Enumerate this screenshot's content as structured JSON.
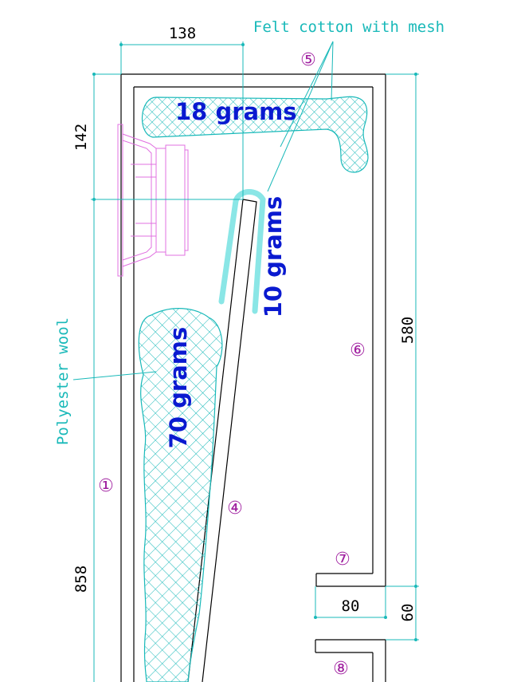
{
  "dimensions": {
    "width_top": "138",
    "height_top": "142",
    "height_right": "580",
    "height_left": "858",
    "port_width": "80",
    "port_height": "60"
  },
  "labels": {
    "felt": "Felt cotton with mesh",
    "polyester": "Polyester wool"
  },
  "weights": {
    "top": "18 grams",
    "middle": "10 grams",
    "bottom": "70 grams"
  },
  "parts": {
    "p1": "①",
    "p4": "④",
    "p5": "⑤",
    "p6": "⑥",
    "p7": "⑦",
    "p8": "⑧"
  },
  "colors": {
    "cyan": "#19b9b9",
    "magenta": "#a020a0",
    "blue": "#0a1ad0",
    "pink": "#e070e0",
    "light_cyan": "#8ae6e6"
  }
}
